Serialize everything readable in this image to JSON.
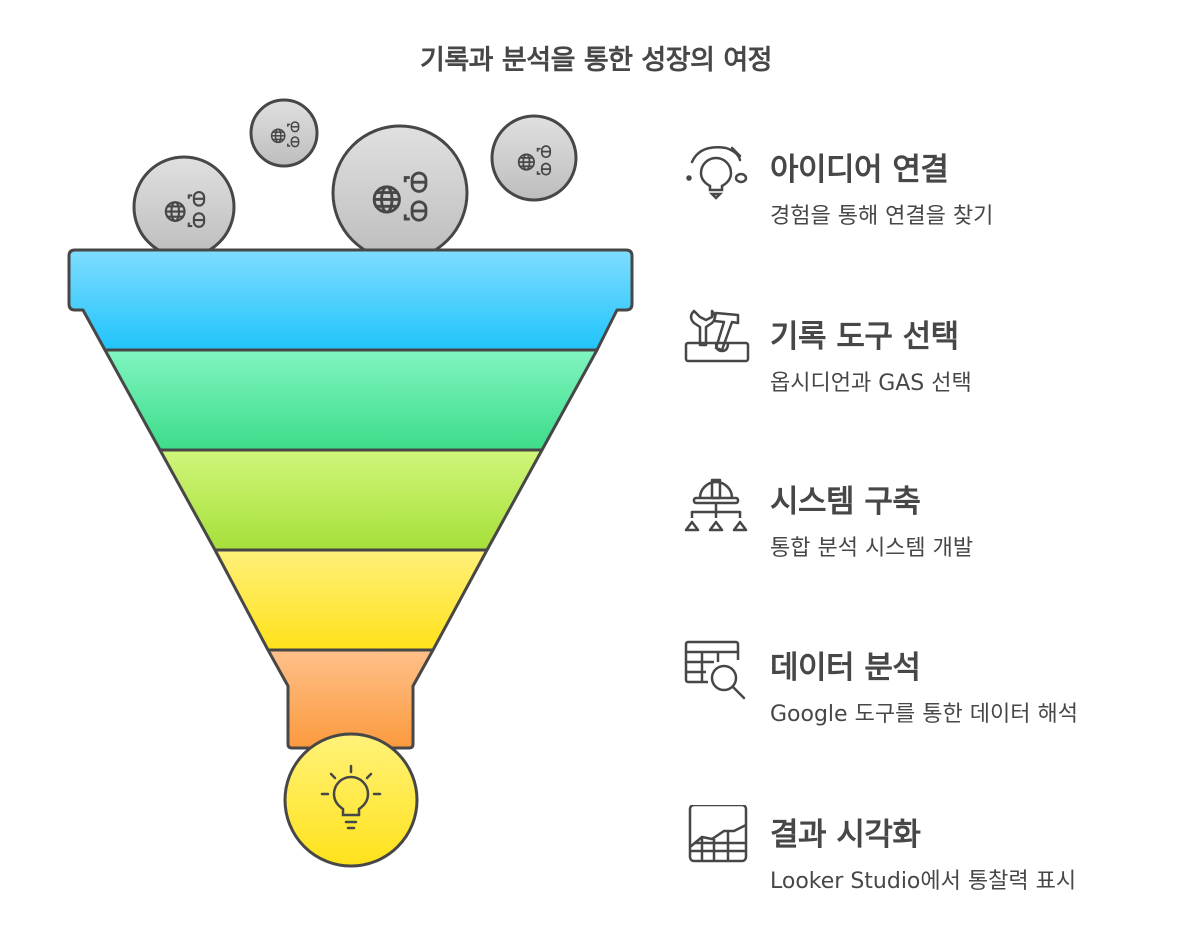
{
  "title": "기록과 분석을 통한 성장의 여정",
  "colors": {
    "layer_blue": [
      "#7fdcff",
      "#20c4fb"
    ],
    "layer_green": [
      "#80f5c0",
      "#3ddc8a"
    ],
    "layer_lime": [
      "#d0f57a",
      "#a6e03a"
    ],
    "layer_yellow": [
      "#fff07a",
      "#ffe21a"
    ],
    "layer_orange": [
      "#ffc08a",
      "#fb9a3e"
    ],
    "bulb": "#ffe84a",
    "outline": "#474747",
    "bubble": "#cfcfcf"
  },
  "steps": [
    {
      "icon": "lightbulb-idea-icon",
      "heading": "아이디어 연결",
      "sub": "경험을 통해 연결을 찾기"
    },
    {
      "icon": "toolbox-icon",
      "heading": "기록 도구 선택",
      "sub": "옵시디언과 GAS 선택"
    },
    {
      "icon": "hardhat-network-icon",
      "heading": "시스템 구축",
      "sub": "통합 분석 시스템 개발"
    },
    {
      "icon": "table-search-icon",
      "heading": "데이터 분석",
      "sub": "Google 도구를 통한 데이터 해석"
    },
    {
      "icon": "chart-table-icon",
      "heading": "결과 시각화",
      "sub": "Looker Studio에서 통찰력 표시"
    }
  ]
}
